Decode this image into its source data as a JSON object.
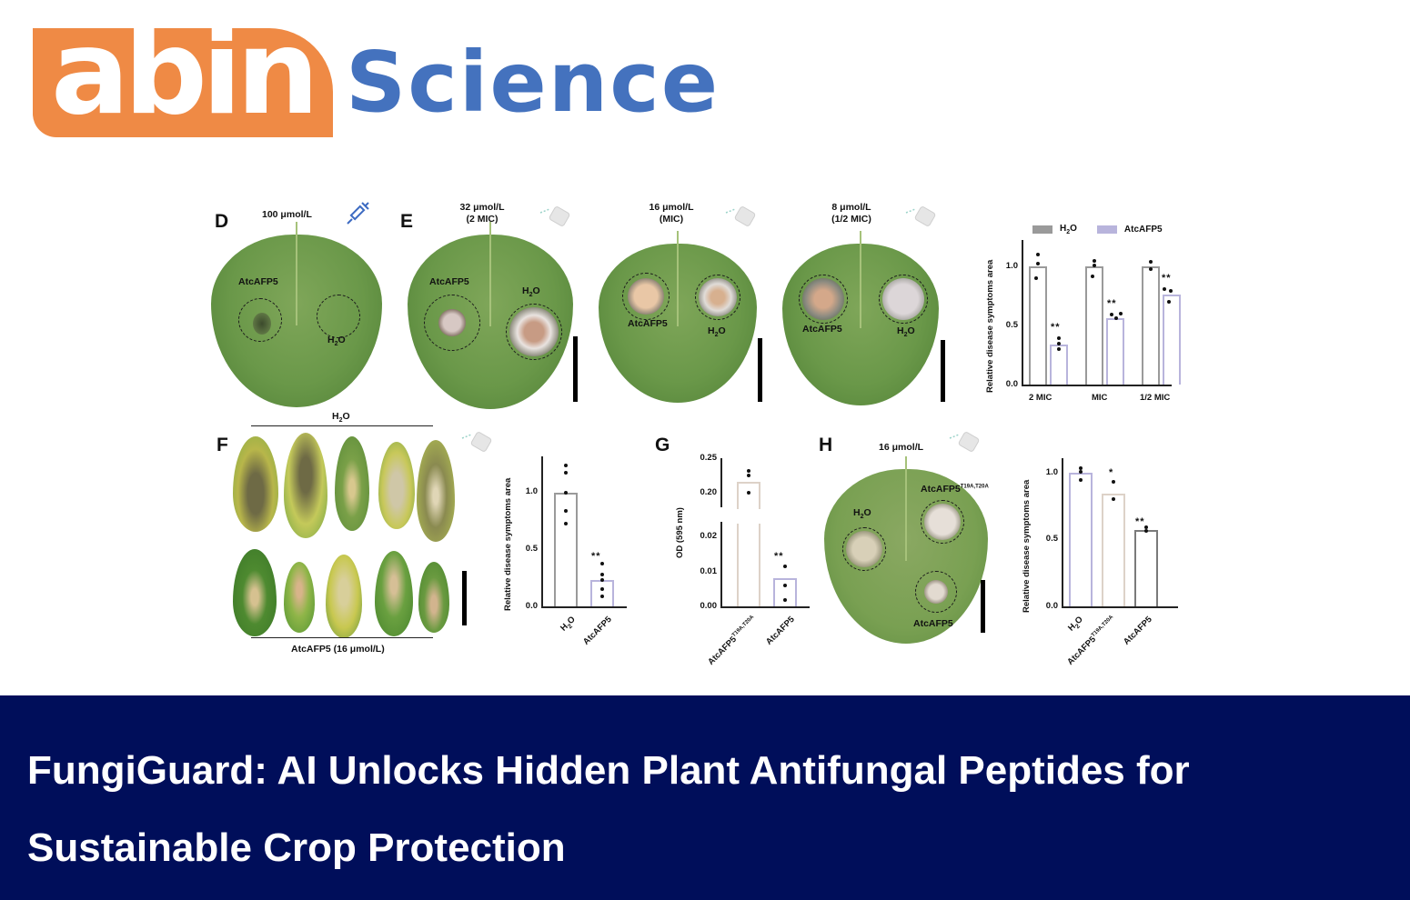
{
  "logo": {
    "badge_text": "abin",
    "word": "Science",
    "colors": {
      "badge": "#ef8a45",
      "word": "#4472be"
    }
  },
  "figure": {
    "panels": {
      "D": {
        "letter": "D",
        "concentration": "100 μmol/L",
        "method_icon": "syringe-icon",
        "labels": {
          "treatment": "AtcAFP5",
          "control": "H",
          "control_sub": "2",
          "control_tail": "O"
        }
      },
      "E": {
        "letter": "E",
        "method_icon": "spray-bottle-icon",
        "leaves": [
          {
            "concentration": "32 μmol/L",
            "note": "(2 MIC)",
            "treatment": "AtcAFP5",
            "control": "H",
            "control_sub": "2",
            "control_tail": "O"
          },
          {
            "concentration": "16 μmol/L",
            "note": "(MIC)",
            "treatment": "AtcAFP5",
            "control": "H",
            "control_sub": "2",
            "control_tail": "O"
          },
          {
            "concentration": "8 μmol/L",
            "note": "(1/2 MIC)",
            "treatment": "AtcAFP5",
            "control": "H",
            "control_sub": "2",
            "control_tail": "O"
          }
        ]
      },
      "F": {
        "letter": "F",
        "top_group": {
          "label": "H",
          "sub": "2",
          "tail": "O"
        },
        "bottom_group": "AtcAFP5 (16 μmol/L)",
        "method_icon": "spray-bottle-icon"
      },
      "G": {
        "letter": "G"
      },
      "H": {
        "letter": "H",
        "concentration": "16 μmol/L",
        "method_icon": "spray-bottle-icon",
        "labels": {
          "control": "H",
          "control_sub": "2",
          "control_tail": "O",
          "mutant": "AtcAFP5",
          "mutant_sup": "T19A,T20A",
          "treatment": "AtcAFP5"
        }
      }
    }
  },
  "chart_data": [
    {
      "id": "E-chart",
      "type": "bar",
      "title": "",
      "xlabel": "",
      "ylabel": "Relative disease symptoms area",
      "ylim": [
        0,
        1.2
      ],
      "yticks": [
        "0.0",
        "0.5",
        "1.0"
      ],
      "categories": [
        "2 MIC",
        "MIC",
        "1/2 MIC"
      ],
      "legend": {
        "position": "top",
        "entries": [
          "H2O",
          "AtcAFP5"
        ]
      },
      "series": [
        {
          "name": "H2O",
          "color": "#9a9a9a",
          "values": [
            1.0,
            1.0,
            1.0
          ],
          "points": [
            [
              1.1,
              1.03,
              0.9
            ],
            [
              1.06,
              1.03,
              0.92
            ],
            [
              1.06,
              0.99,
              0.97
            ]
          ]
        },
        {
          "name": "AtcAFP5",
          "color": "#b8b4dc",
          "values": [
            0.34,
            0.56,
            0.76
          ],
          "points": [
            [
              0.39,
              0.35,
              0.3
            ],
            [
              0.58,
              0.54,
              0.58
            ],
            [
              0.8,
              0.78,
              0.67
            ]
          ],
          "significance": [
            "**",
            "**",
            "**"
          ]
        }
      ]
    },
    {
      "id": "F-chart",
      "type": "bar",
      "ylabel": "Relative disease symptoms area",
      "ylim": [
        0,
        1.3
      ],
      "yticks": [
        "0.0",
        "0.5",
        "1.0"
      ],
      "categories": [
        "H2O",
        "AtcAFP5"
      ],
      "series": [
        {
          "name": "Relative area",
          "colors": [
            "#9a9a9a",
            "#b8b4dc"
          ],
          "values": [
            1.0,
            0.24
          ],
          "points": [
            [
              1.25,
              1.19,
              1.01,
              0.85,
              0.73
            ],
            [
              0.39,
              0.29,
              0.25,
              0.17,
              0.1
            ]
          ],
          "significance": [
            "",
            "**"
          ]
        }
      ]
    },
    {
      "id": "G-chart",
      "type": "bar",
      "ylabel": "OD (595 nm)",
      "axis_break": true,
      "yticks": [
        "0.00",
        "0.01",
        "0.02",
        "0.20",
        "0.25"
      ],
      "categories": [
        "AtcAFP5 T19A,T20A",
        "AtcAFP5"
      ],
      "series": [
        {
          "name": "OD595",
          "colors": [
            "#d9cfc6",
            "#b8b4dc"
          ],
          "values": [
            0.215,
            0.0083
          ],
          "points": [
            [
              0.232,
              0.228,
              0.19
            ],
            [
              0.014,
              0.009,
              0.002
            ]
          ],
          "significance": [
            "",
            "**"
          ]
        }
      ]
    },
    {
      "id": "H-chart",
      "type": "bar",
      "ylabel": "Relative disease symptoms area",
      "ylim": [
        0,
        1.1
      ],
      "yticks": [
        "0.0",
        "0.5",
        "1.0"
      ],
      "categories": [
        "H2O",
        "AtcAFP5 T19A,T20A",
        "AtcAFP5"
      ],
      "series": [
        {
          "name": "Relative area",
          "colors": [
            "#b8b4dc",
            "#ddd2c8",
            "#7a7a7a"
          ],
          "values": [
            1.0,
            0.84,
            0.57
          ],
          "points": [
            [
              1.04,
              1.02,
              0.96
            ],
            [
              0.92,
              0.86,
              0.77
            ],
            [
              0.59,
              0.57,
              0.56
            ]
          ],
          "significance": [
            "",
            "*",
            "**"
          ]
        }
      ]
    }
  ],
  "charts_text": {
    "ylabel_rel": "Relative disease symptoms area",
    "ylabel_od": "OD (595 nm)",
    "t00": "0.0",
    "t05": "0.5",
    "t10": "1.0",
    "g000": "0.00",
    "g001": "0.01",
    "g002": "0.02",
    "g020": "0.20",
    "g025": "0.25",
    "cat_2mic": "2 MIC",
    "cat_mic": "MIC",
    "cat_half": "1/2 MIC",
    "h": "H",
    "two": "2",
    "o": "O",
    "atc": "AtcAFP5",
    "mut_sup": "T19A,T20A",
    "legend_h2o_h": "H",
    "legend_h2o_sub": "2",
    "legend_h2o_o": "O",
    "legend_atc": "AtcAFP5",
    "two_stars": "**",
    "one_star": "*"
  },
  "banner": {
    "line1": "FungiGuard: AI Unlocks Hidden Plant Antifungal Peptides for",
    "line2": "Sustainable Crop Protection",
    "background": "#000e5a",
    "text_color": "#ffffff"
  }
}
